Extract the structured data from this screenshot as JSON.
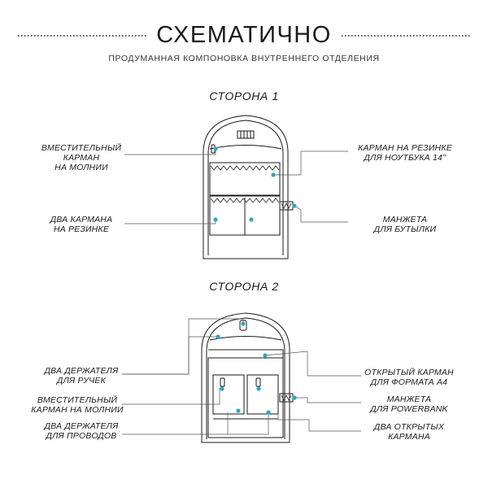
{
  "header": {
    "title": "СХЕМАТИЧНО",
    "subtitle": "ПРОДУМАННАЯ КОМПОНОВКА ВНУТРЕННЕГО ОТДЕЛЕНИЯ"
  },
  "side1": {
    "heading": "СТОРОНА 1",
    "labels": {
      "zip_pocket": [
        "ВМЕСТИТЕЛЬНЫЙ",
        "КАРМАН",
        "НА МОЛНИИ"
      ],
      "elastic_pockets": [
        "ДВА КАРМАНА",
        "НА РЕЗИНКЕ"
      ],
      "laptop_pocket": [
        "КАРМАН НА РЕЗИНКЕ",
        "ДЛЯ НОУТБУКА 14''"
      ],
      "bottle_cuff": [
        "МАНЖЕТА",
        "ДЛЯ БУТЫЛКИ"
      ]
    }
  },
  "side2": {
    "heading": "СТОРОНА 2",
    "labels": {
      "pen_holders": [
        "ДВА ДЕРЖАТЕЛЯ",
        "ДЛЯ РУЧЕК"
      ],
      "zip_pocket": [
        "ВМЕСТИТЕЛЬНЫЙ",
        "КАРМАН НА МОЛНИИ"
      ],
      "wire_holders": [
        "ДВА ДЕРЖАТЕЛЯ",
        "ДЛЯ ПРОВОДОВ"
      ],
      "a4_pocket": [
        "ОТКРЫТЫЙ КАРМАН",
        "ДЛЯ ФОРМАТА А4"
      ],
      "powerbank_cuff": [
        "МАНЖЕТА",
        "ДЛЯ POWERBANK"
      ],
      "open_pockets": [
        "ДВА ОТКРЫТЫХ",
        "КАРМАНА"
      ]
    }
  },
  "colors": {
    "ink": "#1a1a1a",
    "accent": "#29a8c9",
    "zigzag": "#3a3a3a"
  }
}
